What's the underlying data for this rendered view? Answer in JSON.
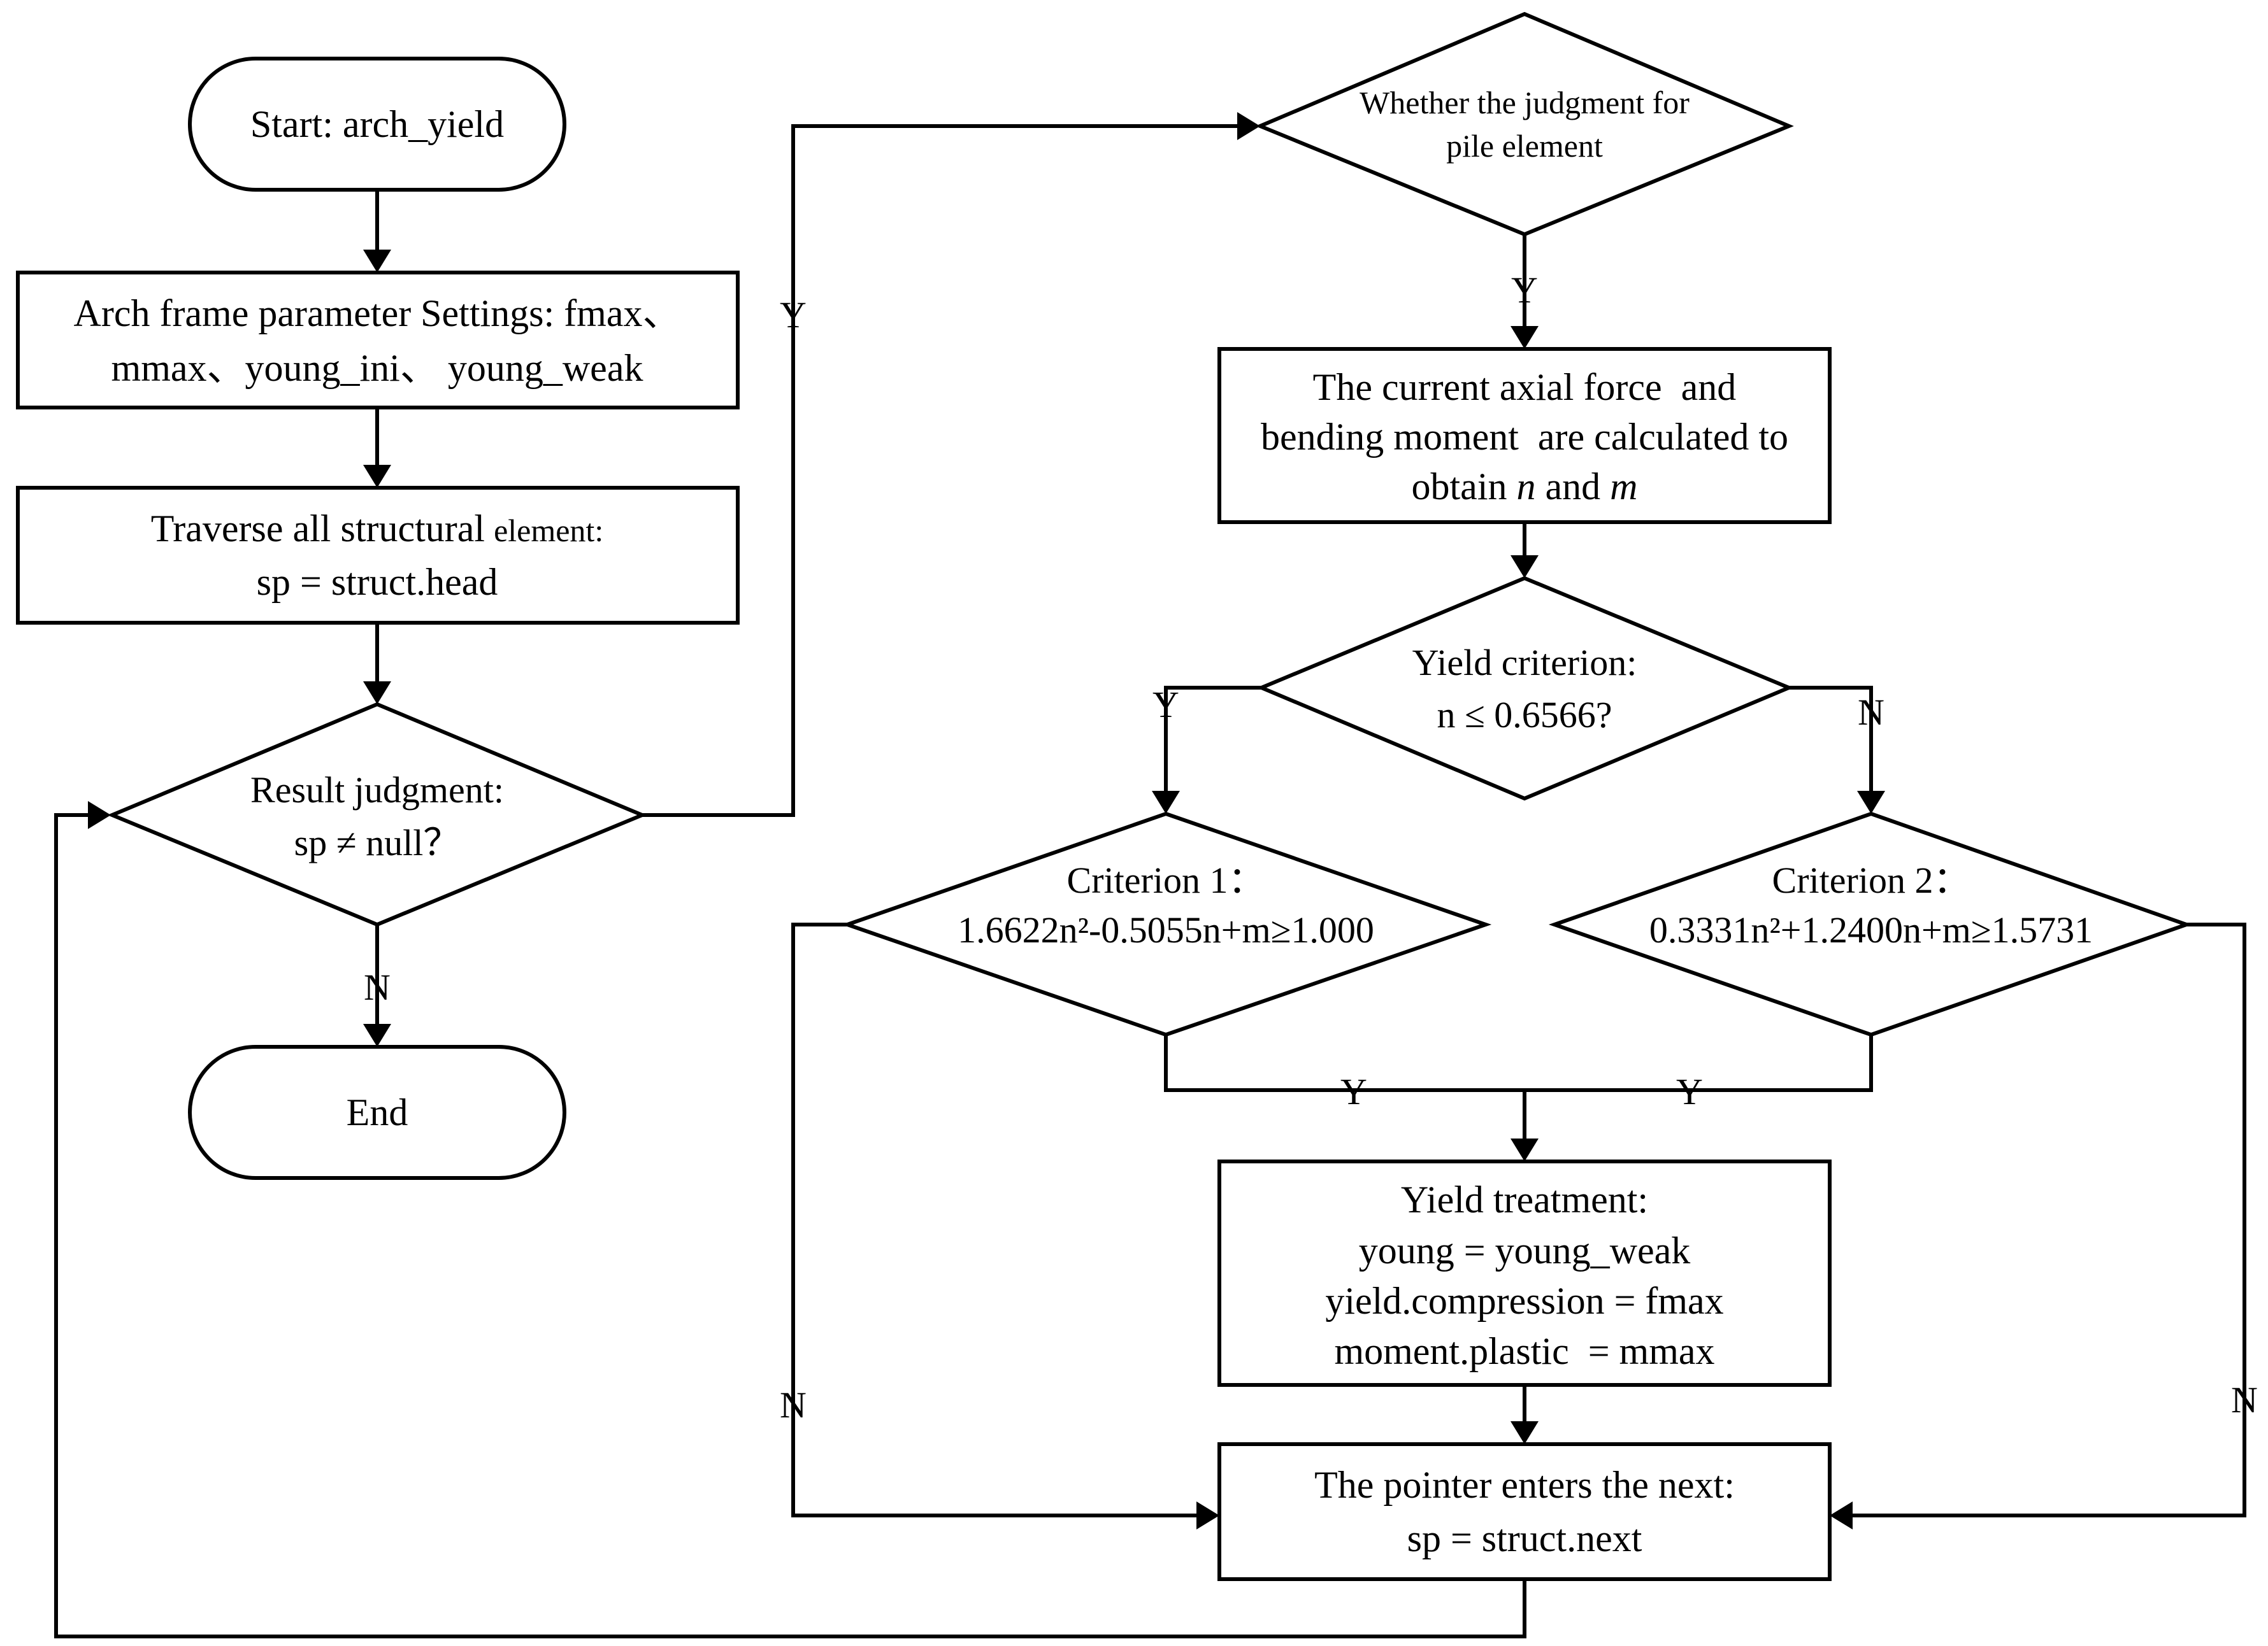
{
  "nodes": {
    "start": {
      "text": "Start: arch_yield"
    },
    "params": {
      "line1": "Arch frame parameter Settings: fmax、",
      "line2": "mmax、young_ini、 young_weak"
    },
    "traverse": {
      "line1_main": "Traverse all structural",
      "line1_small": "element:",
      "line2": "sp = struct.head"
    },
    "result": {
      "line1": "Result judgment:",
      "line2": "sp ≠ null？"
    },
    "end": {
      "text": "End"
    },
    "pile": {
      "line1": "Whether the judgment for",
      "line2": "pile element"
    },
    "calc": {
      "line1": "The current axial force  and",
      "line2": "bending moment  are calculated to",
      "line3_prefix": "obtain ",
      "line3_n": "n",
      "line3_mid": " and ",
      "line3_m": "m"
    },
    "yield_crit": {
      "line1": "Yield criterion:",
      "line2": "n ≤ 0.6566?"
    },
    "crit1": {
      "line1": "Criterion 1：",
      "line2": "1.6622n²-0.5055n+m≥1.000"
    },
    "crit2": {
      "line1": "Criterion 2：",
      "line2": "0.3331n²+1.2400n+m≥1.5731"
    },
    "treatment": {
      "line1": "Yield treatment:",
      "line2": "young = young_weak",
      "line3": "yield.compression = fmax",
      "line4": "moment.plastic  = mmax"
    },
    "next": {
      "line1": "The pointer enters the next:",
      "line2": "sp = struct.next"
    }
  },
  "labels": {
    "result_yes": "Y",
    "result_no": "N",
    "pile_yes": "Y",
    "yield_yes": "Y",
    "yield_no": "N",
    "crit1_yes": "Y",
    "crit2_yes": "Y",
    "crit1_no": "N",
    "crit2_no": "N"
  }
}
